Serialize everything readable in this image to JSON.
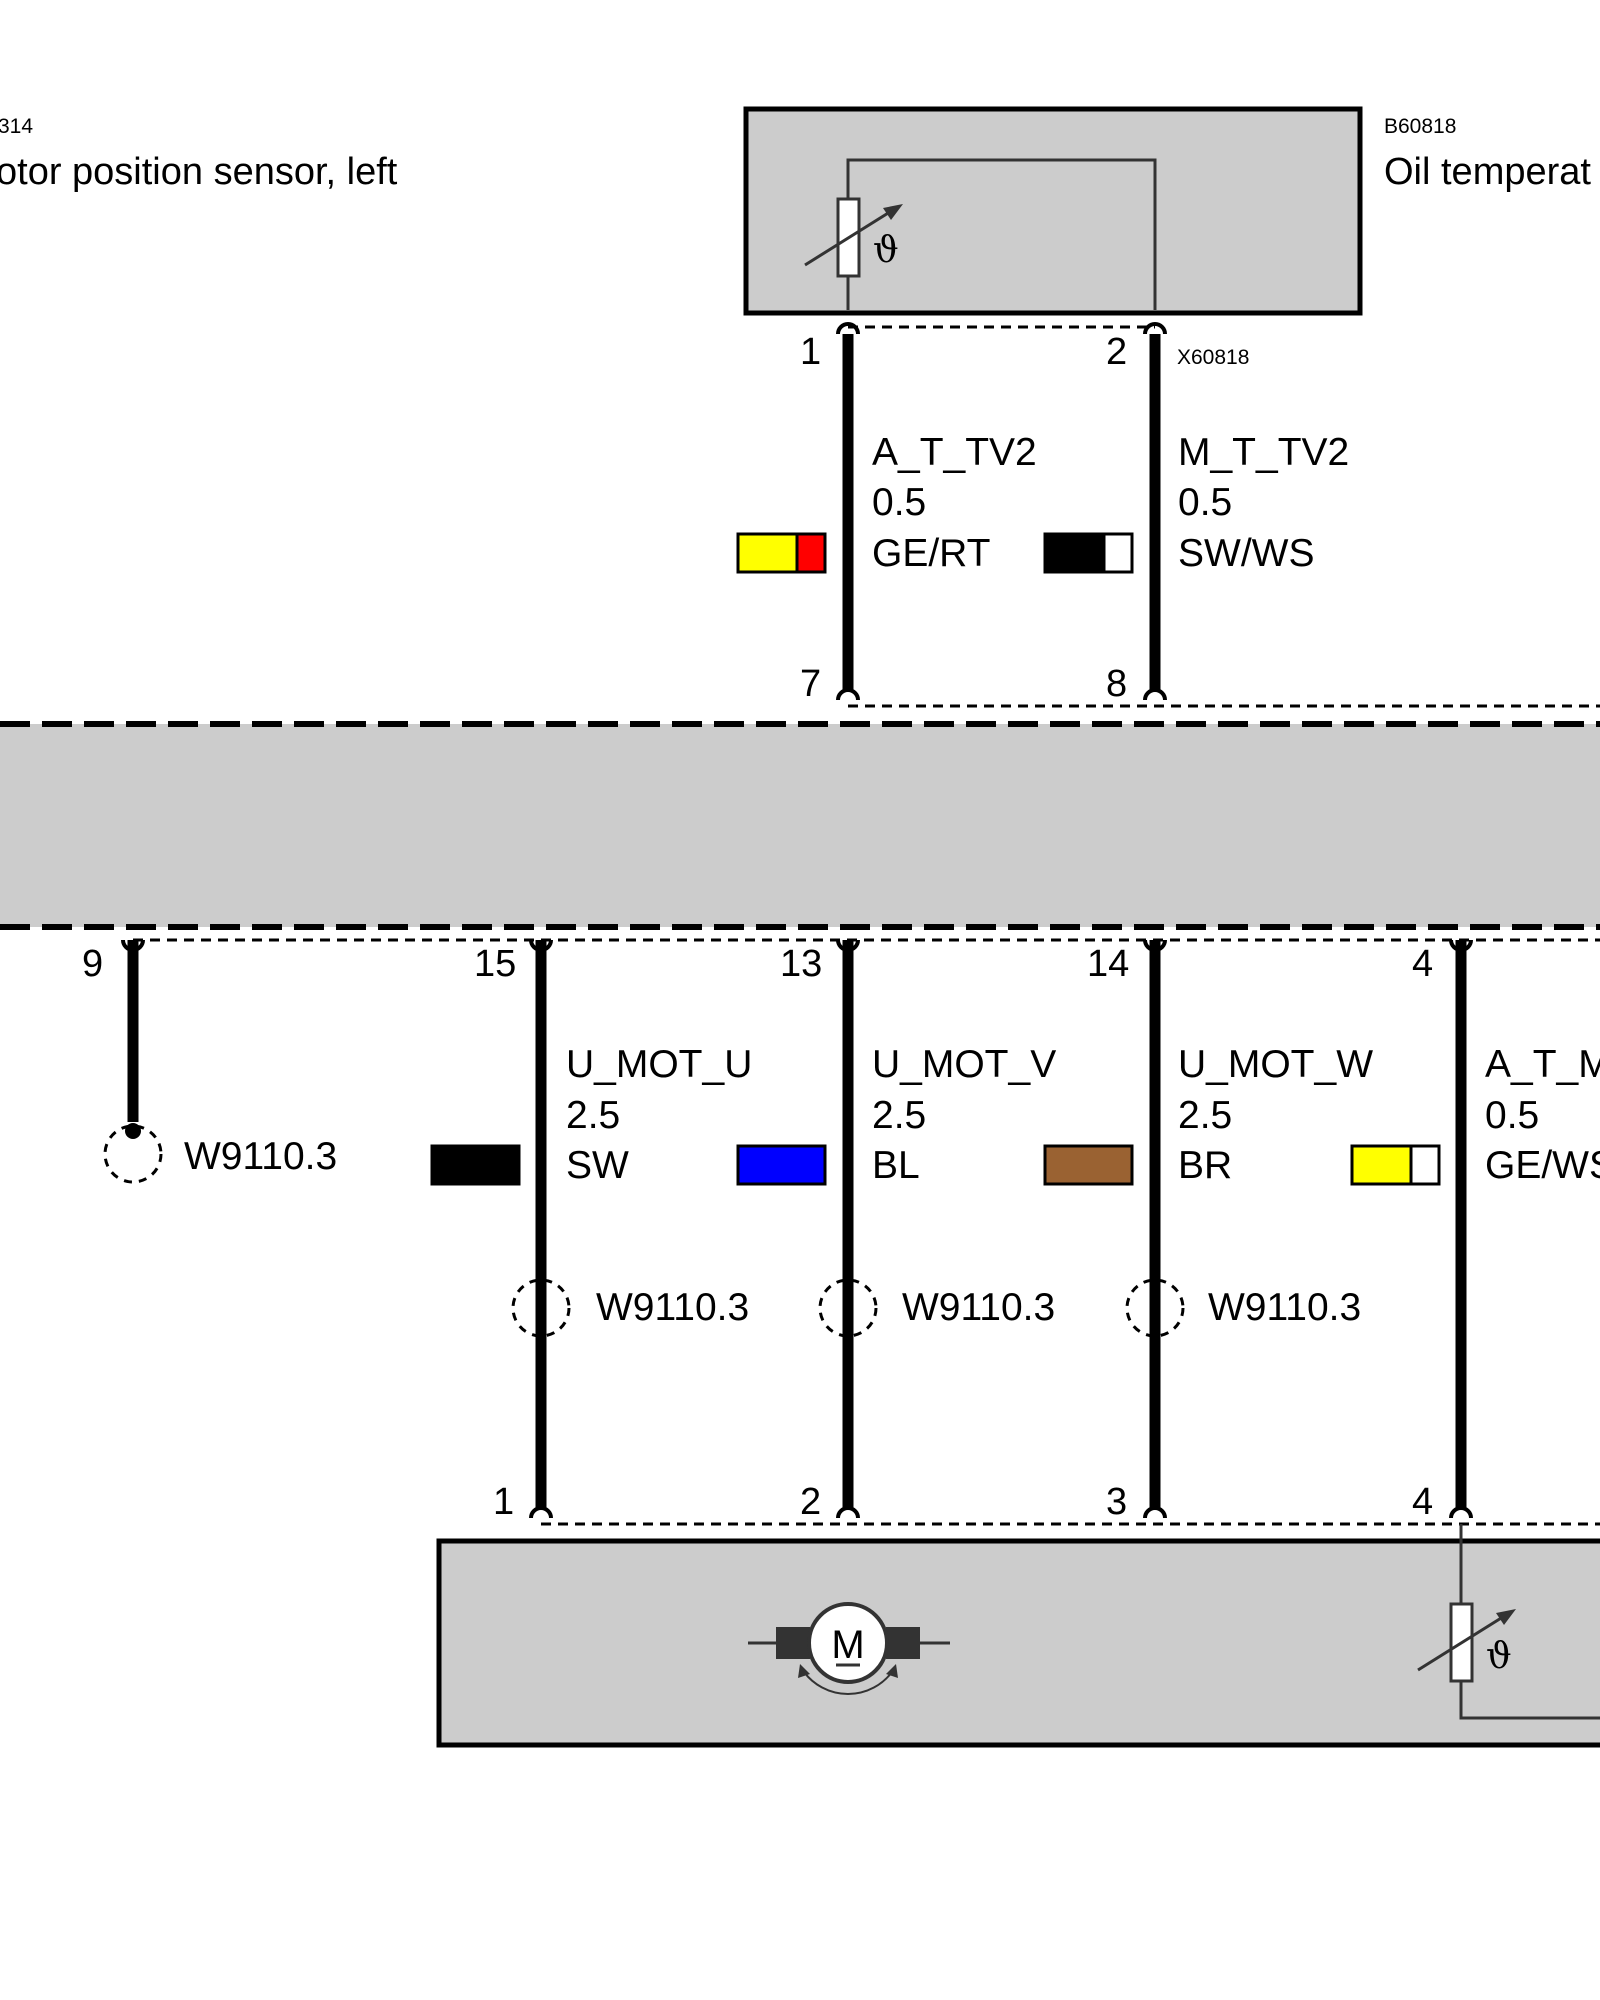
{
  "components": {
    "left_sensor": {
      "id_fragment": "314",
      "name_fragment": "otor position sensor, left"
    },
    "oil_sensor": {
      "id": "B60818",
      "name_fragment": "Oil temperat"
    },
    "oil_connector": {
      "id": "X60818"
    }
  },
  "top_wires": [
    {
      "signal": "A_T_TV2",
      "gauge": "0.5",
      "color_code": "GE/RT",
      "colors": [
        "#ffff00",
        "#ff0000"
      ],
      "pin_sensor": "1",
      "pin_module": "7"
    },
    {
      "signal": "M_T_TV2",
      "gauge": "0.5",
      "color_code": "SW/WS",
      "colors": [
        "#000000",
        "#ffffff"
      ],
      "pin_sensor": "2",
      "pin_module": "8"
    }
  ],
  "ground_wire": {
    "pin_module": "9",
    "ground_point": "W9110.3"
  },
  "bottom_wires": [
    {
      "signal": "U_MOT_U",
      "gauge": "2.5",
      "color_code": "SW",
      "colors": [
        "#000000"
      ],
      "pin_module": "15",
      "pin_motor": "1",
      "shield": "W9110.3"
    },
    {
      "signal": "U_MOT_V",
      "gauge": "2.5",
      "color_code": "BL",
      "colors": [
        "#0000ff"
      ],
      "pin_module": "13",
      "pin_motor": "2",
      "shield": "W9110.3"
    },
    {
      "signal": "U_MOT_W",
      "gauge": "2.5",
      "color_code": "BR",
      "colors": [
        "#9a6232"
      ],
      "pin_module": "14",
      "pin_motor": "3",
      "shield": "W9110.3"
    },
    {
      "signal": "A_T_M",
      "gauge": "0.5",
      "color_code": "GE/WS",
      "colors": [
        "#ffff00",
        "#ffffff"
      ],
      "pin_module": "4",
      "pin_motor": "4",
      "shield": ""
    }
  ],
  "symbols": {
    "motor_letter": "M",
    "temperature_symbol": "ϑ"
  },
  "style": {
    "box_fill": "#cccccc",
    "line": "#000000"
  }
}
